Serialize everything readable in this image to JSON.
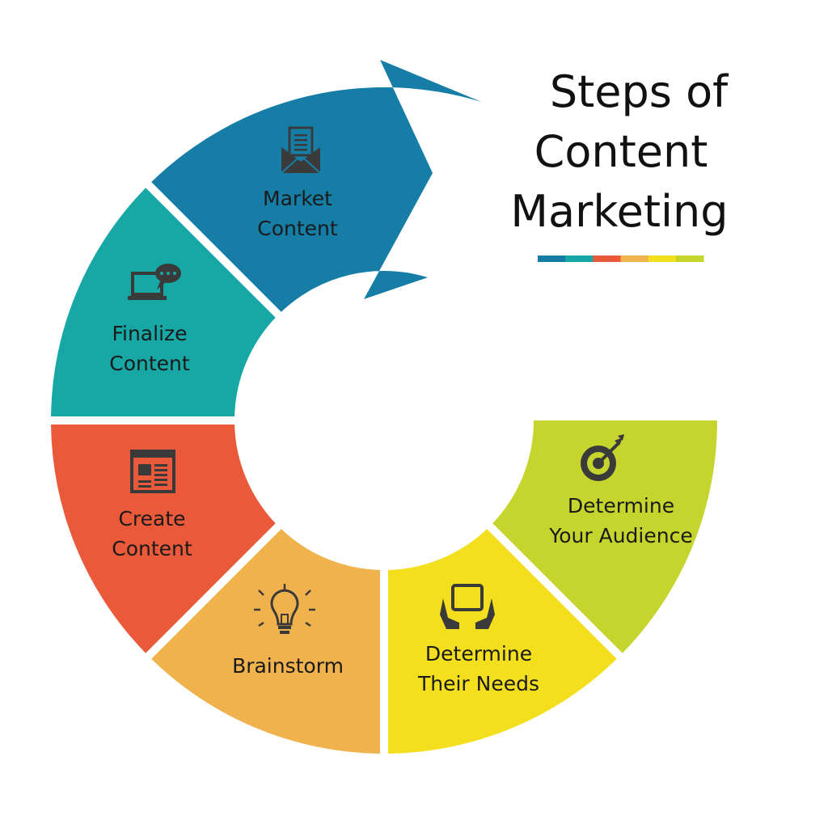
{
  "title": {
    "lines": [
      "Steps of",
      "Content",
      "Marketing"
    ]
  },
  "steps": [
    {
      "lines": [
        "Determine",
        "Your Audience"
      ],
      "color": "#c5d52d",
      "icon": "target-icon"
    },
    {
      "lines": [
        "Determine",
        "Their Needs"
      ],
      "color": "#f4df1e",
      "icon": "tablet-hands-icon"
    },
    {
      "lines": [
        "Brainstorm"
      ],
      "color": "#f0b24c",
      "icon": "lightbulb-icon"
    },
    {
      "lines": [
        "Create",
        "Content"
      ],
      "color": "#ea5a3a",
      "icon": "web-page-icon"
    },
    {
      "lines": [
        "Finalize",
        "Content"
      ],
      "color": "#17a8a5",
      "icon": "laptop-chat-icon"
    },
    {
      "lines": [
        "Market",
        "Content"
      ],
      "color": "#167ea6",
      "icon": "envelope-document-icon"
    }
  ],
  "accent_bar_colors": [
    "#167ea6",
    "#17a8a5",
    "#ea5a3a",
    "#f0b24c",
    "#f4df1e",
    "#c5d52d"
  ],
  "icon_color": "#3a3a3a"
}
